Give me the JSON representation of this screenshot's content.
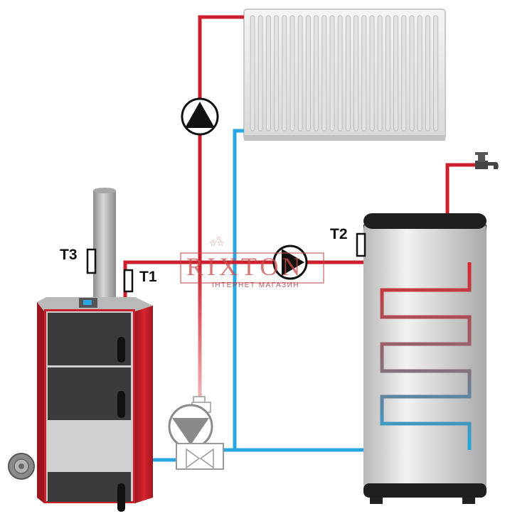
{
  "sensors": {
    "t1": "T1",
    "t2": "T2",
    "t3": "T3"
  },
  "watermark": {
    "brand": "RIXTON",
    "subtitle": "ІНТЕРНЕТ МАГАЗИН"
  },
  "colors": {
    "hot": "#cc1f2d",
    "cold": "#2aa7df",
    "boiler_red": "#c8202c",
    "tank": "#d5d5d5"
  },
  "icons": [
    "pump-icon",
    "three-way-valve-icon",
    "faucet-icon",
    "radiator-icon",
    "boiler-icon",
    "tank-icon",
    "chimney-icon"
  ]
}
